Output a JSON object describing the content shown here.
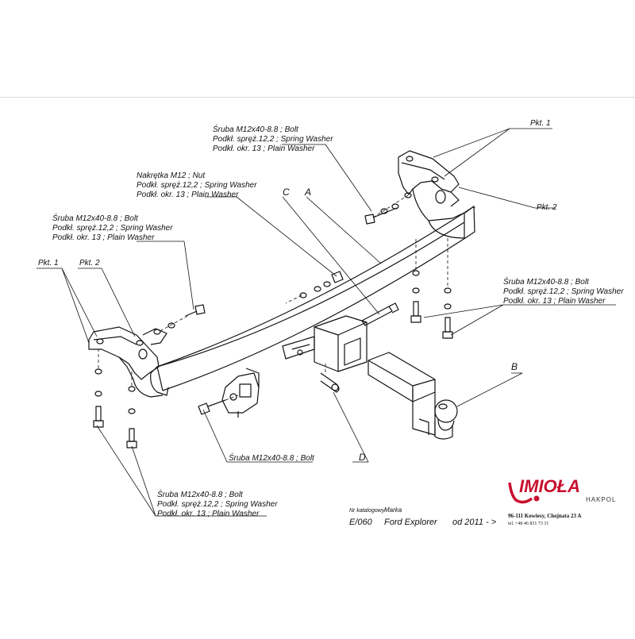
{
  "diagram": {
    "callouts": {
      "top_bolt": [
        "Śruba M12x40-8.8 ;  Bolt",
        "Podkł. spręż.12,2 ; Spring Washer",
        "Podkł. okr. 13 ; Plain Washer"
      ],
      "nut": [
        "Nakrętka  M12 ; Nut",
        "Podkł. spręż.12,2 ; Spring Washer",
        "Podkł. okr. 13 ; Plain Washer"
      ],
      "left_bolt": [
        "Śruba M12x40-8.8 ;  Bolt",
        "Podkł. spręż.12,2 ; Spring Washer",
        "Podkł. okr. 13 ; Plain Washer"
      ],
      "right_bolt": [
        "Śruba M12x40-8.8 ;  Bolt",
        "Podkł. spręż.12,2 ; Spring Washer",
        "Podkł. okr. 13 ; Plain Washer"
      ],
      "bottom_bolt": [
        "Śruba M12x40-8.8 ;  Bolt",
        "Podkł. spręż.12,2 ; Spring Washer",
        "Podkł. okr. 13 ; Plain Washer"
      ],
      "socket_bolt": "Śruba M12x40-8.8 ;  Bolt"
    },
    "points": {
      "pkt1_top": "Pkt. 1",
      "pkt2_top": "Pkt. 2",
      "pkt1_left": "Pkt. 1",
      "pkt2_left": "Pkt. 2"
    },
    "parts": {
      "A": "A",
      "B": "B",
      "C": "C",
      "D": "D"
    }
  },
  "title_block": {
    "catalog_label": "Nr katalogowy",
    "catalog_value": "E/060",
    "make_label": "Marka",
    "make_value": "Ford Explorer",
    "years": "od 2011 - >"
  },
  "company": {
    "logo_text": "IMIOŁA",
    "sub_text": "HAKPOL",
    "address": "96-111 Kowiesy, Chojnata 23 A",
    "phone": "tel. +48 46 831 73 31",
    "logo_color": "#c8102e"
  }
}
